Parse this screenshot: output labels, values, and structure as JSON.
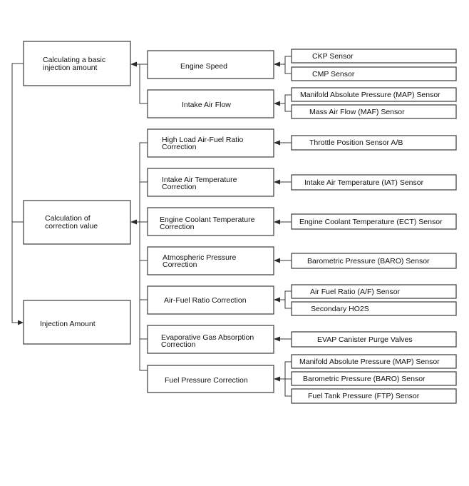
{
  "left": {
    "basic": {
      "lines": [
        "Calculating a basic",
        "injection amount"
      ]
    },
    "correction": {
      "lines": [
        "Calculation of",
        "correction value"
      ]
    },
    "injection": {
      "lines": [
        "Injection Amount"
      ]
    }
  },
  "middle": [
    {
      "id": "engine-speed",
      "lines": [
        "Engine Speed"
      ]
    },
    {
      "id": "intake-air-flow",
      "lines": [
        "Intake Air Flow"
      ]
    },
    {
      "id": "high-load",
      "lines": [
        "High Load Air-Fuel Ratio",
        "Correction"
      ]
    },
    {
      "id": "intake-air-temp",
      "lines": [
        "Intake Air Temperature",
        "Correction"
      ]
    },
    {
      "id": "coolant-temp",
      "lines": [
        "Engine Coolant Temperature",
        "Correction"
      ]
    },
    {
      "id": "atmospheric",
      "lines": [
        "Atmospheric Pressure",
        "Correction"
      ]
    },
    {
      "id": "afr-correction",
      "lines": [
        "Air-Fuel Ratio Correction"
      ]
    },
    {
      "id": "evap-gas",
      "lines": [
        "Evaporative Gas Absorption",
        "Correction"
      ]
    },
    {
      "id": "fuel-pressure",
      "lines": [
        "Fuel Pressure Correction"
      ]
    }
  ],
  "sensors": [
    {
      "id": "ckp",
      "label": "CKP Sensor"
    },
    {
      "id": "cmp",
      "label": "CMP Sensor"
    },
    {
      "id": "map-1",
      "label": "Manifold Absolute Pressure (MAP) Sensor"
    },
    {
      "id": "maf",
      "label": "Mass Air Flow (MAF) Sensor"
    },
    {
      "id": "tps",
      "label": "Throttle Position Sensor A/B"
    },
    {
      "id": "iat",
      "label": "Intake Air Temperature (IAT) Sensor"
    },
    {
      "id": "ect",
      "label": "Engine Coolant Temperature (ECT) Sensor"
    },
    {
      "id": "baro-1",
      "label": "Barometric Pressure (BARO) Sensor"
    },
    {
      "id": "af",
      "label": "Air Fuel Ratio (A/F) Sensor"
    },
    {
      "id": "ho2s",
      "label": "Secondary HO2S"
    },
    {
      "id": "evap",
      "label": "EVAP Canister Purge Valves"
    },
    {
      "id": "map-2",
      "label": "Manifold Absolute Pressure (MAP) Sensor"
    },
    {
      "id": "baro-2",
      "label": "Barometric Pressure (BARO) Sensor"
    },
    {
      "id": "ftp",
      "label": "Fuel Tank Pressure (FTP) Sensor"
    }
  ]
}
